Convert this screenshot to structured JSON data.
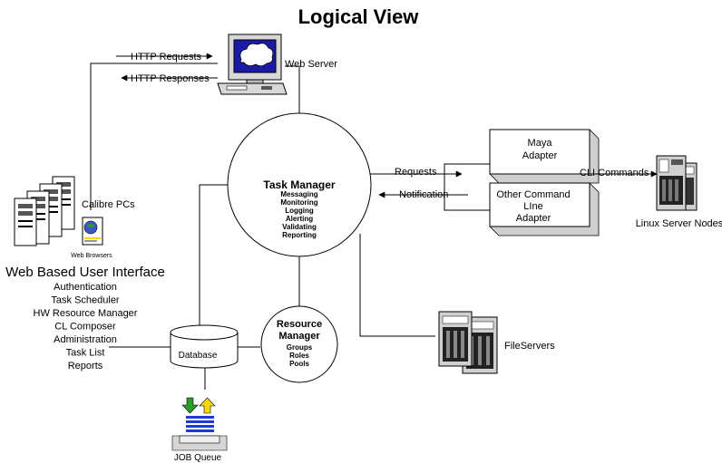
{
  "title": "Logical View",
  "web_server": {
    "label": "Web Server",
    "http_requests": "HTTP Requests",
    "http_responses": "HTTP Responses"
  },
  "task_manager": {
    "title": "Task Manager",
    "items": [
      "Messaging",
      "Monitoring",
      "Logging",
      "Alerting",
      "Validating",
      "Reporting"
    ]
  },
  "resource_manager": {
    "title_line1": "Resource",
    "title_line2": "Manager",
    "items": [
      "Groups",
      "Roles",
      "Pools"
    ]
  },
  "database": {
    "label": "Database"
  },
  "job_queue": {
    "label": "JOB Queue"
  },
  "client": {
    "calibre_pcs": "Calibre PCs",
    "web_browsers": "Web Browsers"
  },
  "web_ui": {
    "title": "Web Based User Interface",
    "items": [
      "Authentication",
      "Task Scheduler",
      "HW Resource Manager",
      "CL Composer",
      "Administration",
      "Task List",
      "Reports"
    ]
  },
  "adapters": {
    "requests": "Requests",
    "notification": "Notification",
    "maya_line1": "Maya",
    "maya_line2": "Adapter",
    "other_line1": "Other Command",
    "other_line2": "LIne",
    "other_line3": "Adapter",
    "cli_commands": "CLI Commands"
  },
  "linux_nodes": {
    "label": "Linux Server Nodes"
  },
  "file_servers": {
    "label": "FileServers"
  },
  "colors": {
    "monitor_screen": "#1a1aa6",
    "queue_bars": "#1e3ad4",
    "arrow_down": "#2a9d2a",
    "arrow_up": "#f5d800",
    "box_shadow": "#cfcfcf"
  }
}
